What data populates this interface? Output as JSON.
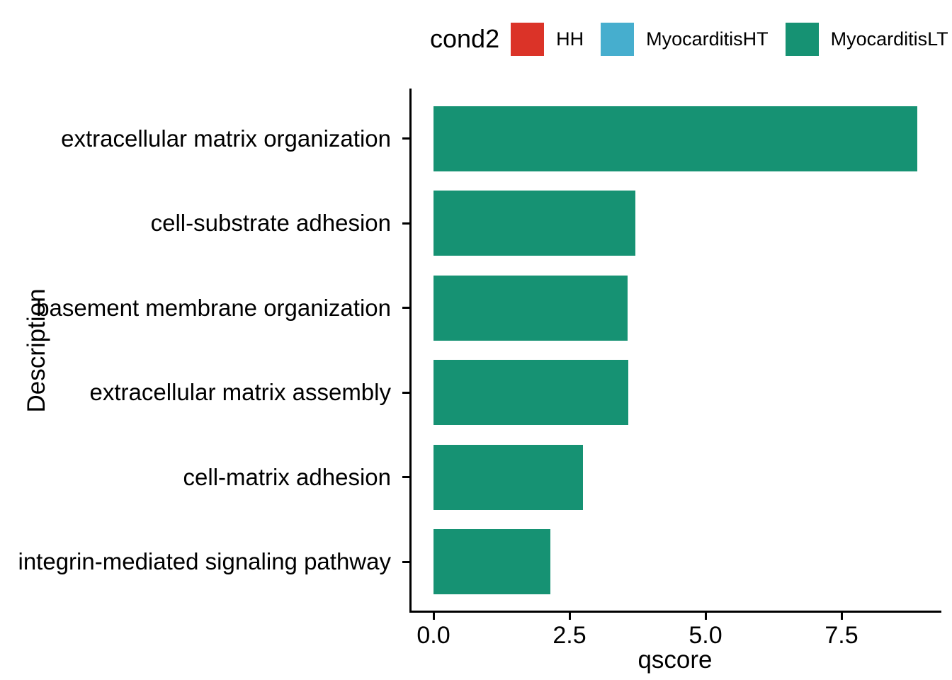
{
  "legend": {
    "title": "cond2",
    "items": [
      {
        "label": "HH",
        "color": "#db3328"
      },
      {
        "label": "MyocarditisHT",
        "color": "#46aece"
      },
      {
        "label": "MyocarditisLT",
        "color": "#169273"
      }
    ]
  },
  "chart_data": {
    "type": "bar",
    "orientation": "horizontal",
    "title": "",
    "xlabel": "qscore",
    "ylabel": "Description",
    "categories": [
      "extracellular matrix organization",
      "cell-substrate adhesion",
      "basement membrane organization",
      "extracellular matrix assembly",
      "cell-matrix adhesion",
      "integrin-mediated signaling pathway"
    ],
    "series": [
      {
        "name": "MyocarditisLT",
        "values": [
          8.89,
          3.71,
          3.57,
          3.58,
          2.75,
          2.15
        ]
      }
    ],
    "bar_color": "#169273",
    "x_ticks": [
      0.0,
      2.5,
      5.0,
      7.5
    ],
    "x_tick_labels": [
      "0.0",
      "2.5",
      "5.0",
      "7.5"
    ],
    "xlim": [
      -0.4,
      9.32
    ],
    "grid": false,
    "legend_position": "top",
    "axis_color": "#000000"
  }
}
